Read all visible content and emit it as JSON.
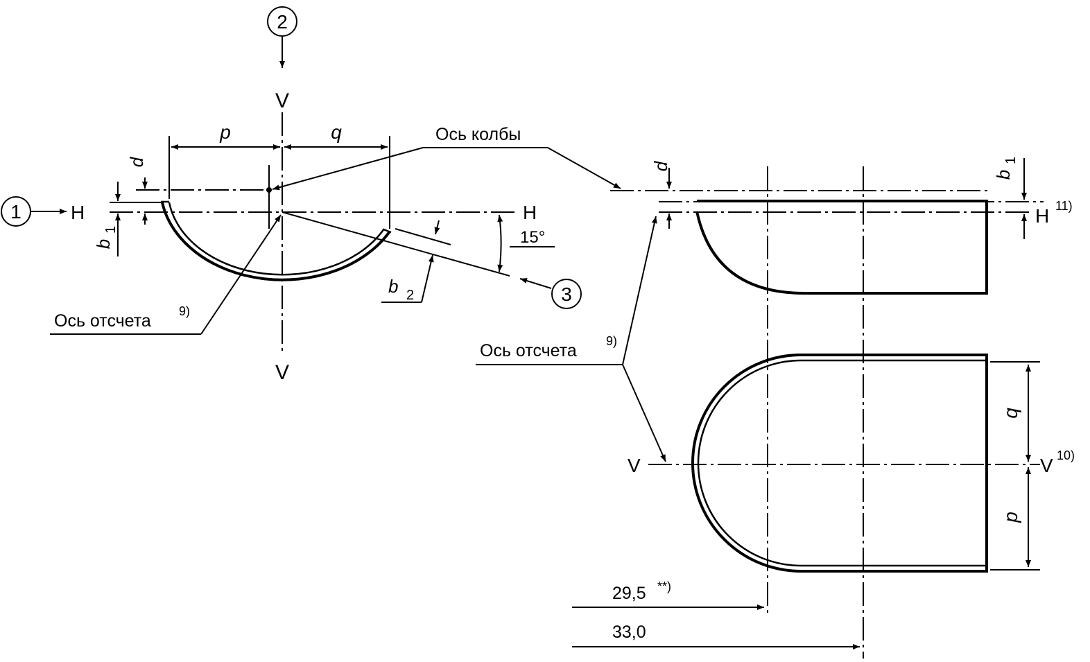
{
  "labels": {
    "callout_1": "1",
    "callout_2": "2",
    "callout_3": "3",
    "h": "H",
    "v": "V",
    "p": "p",
    "q": "q",
    "d": "d",
    "b": "b",
    "sub_1": "1",
    "sub_2": "2",
    "angle": "15°",
    "bulb_axis": "Ось колбы",
    "ref_axis": "Ось отсчета",
    "note_9": "9)",
    "note_10": "10)",
    "note_11": "11)",
    "dim_29_5": "29,5",
    "note_star": "**)",
    "dim_33": "33,0"
  }
}
